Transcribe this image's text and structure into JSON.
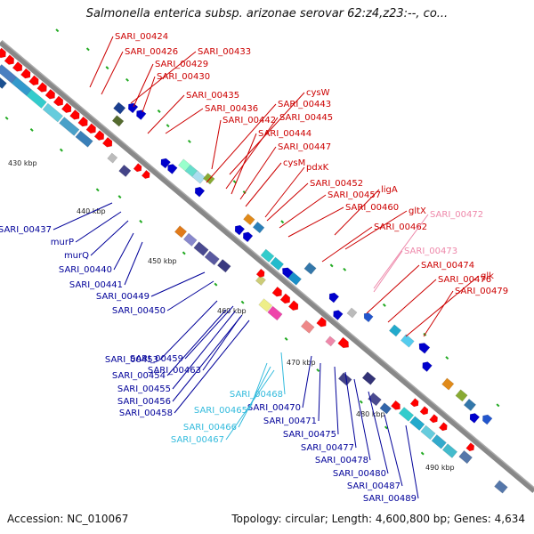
{
  "title": "Salmonella enterica subsp. arizonae serovar 62:z4,z23:--, co...",
  "accession": "Accession: NC_010067",
  "summary": "Topology: circular; Length: 4,600,800 bp; Genes: 4,634",
  "colors": {
    "backbone": "#888888",
    "forward_gene": "#ff0000",
    "reverse_gene": "#0000cc",
    "forward_label": "#cc0000",
    "reverse_label": "#000099",
    "rna_label": "#33bbdd",
    "pseudo_label": "#ee88aa"
  },
  "scale_ticks": [
    "430 kbp",
    "440 kbp",
    "450 kbp",
    "460 kbp",
    "470 kbp",
    "480 kbp",
    "490 kbp"
  ],
  "forward_labels": [
    "SARI_00424",
    "SARI_00426",
    "SARI_00433",
    "SARI_00429",
    "SARI_00430",
    "SARI_00435",
    "cysW",
    "SARI_00443",
    "SARI_00436",
    "SARI_00445",
    "SARI_00442",
    "SARI_00444",
    "SARI_00447",
    "cysM",
    "pdxK",
    "SARI_00452",
    "SARI_00457",
    "ligA",
    "SARI_00460",
    "gltX",
    "SARI_00462",
    "SARI_00474",
    "SARI_00476",
    "glk",
    "SARI_00479"
  ],
  "pseudo_labels": [
    "SARI_00472",
    "SARI_00473"
  ],
  "reverse_labels": [
    "SARI_00437",
    "murP",
    "murQ",
    "SARI_00440",
    "SARI_00441",
    "SARI_00449",
    "SARI_00450",
    "SARI_00453",
    "SARI_00459",
    "SARI_00454",
    "SARI_00463",
    "SARI_00455",
    "SARI_00456",
    "SARI_00458",
    "SARI_00470",
    "SARI_00471",
    "SARI_00475",
    "SARI_00477",
    "SARI_00478",
    "SARI_00480",
    "SARI_00487",
    "SARI_00489"
  ],
  "rna_labels": [
    "SARI_00468",
    "SARI_00465",
    "SARI_00466",
    "SARI_00467"
  ]
}
